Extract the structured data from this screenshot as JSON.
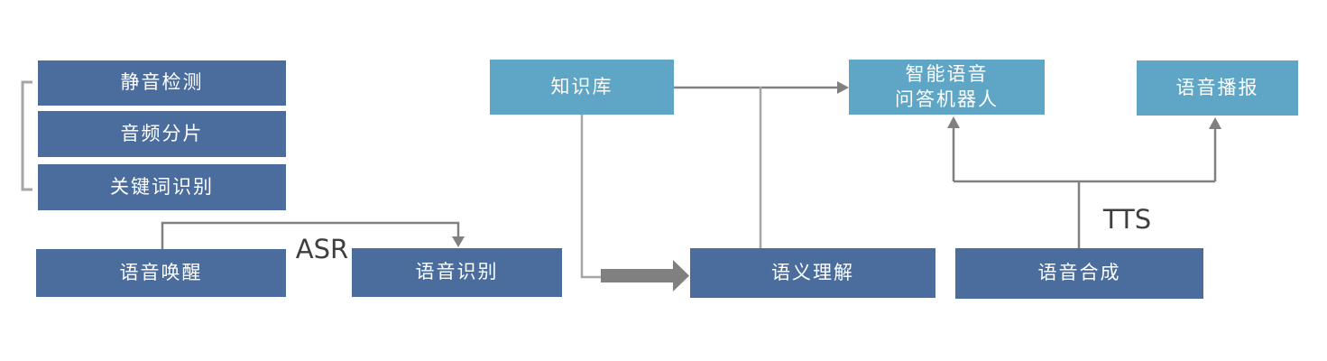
{
  "colors": {
    "background": "#ffffff",
    "box_dark": "#4a6d9e",
    "box_light": "#5fa5c5",
    "connector": "#808080",
    "connector_light": "#a6a6a6",
    "thick_arrow": "#808080",
    "label_text": "#ffffff",
    "annotation_text": "#3f3f3f"
  },
  "nodes": {
    "silence_detection": {
      "label": "静音检测"
    },
    "audio_segmentation": {
      "label": "音频分片"
    },
    "keyword_recognition": {
      "label": "关键词识别"
    },
    "voice_wakeup": {
      "label": "语音唤醒"
    },
    "speech_recognition": {
      "label": "语音识别"
    },
    "knowledge_base": {
      "label": "知识库"
    },
    "semantic_understanding": {
      "label": "语义理解"
    },
    "qa_robot": {
      "label_line1": "智能语音",
      "label_line2": "问答机器人"
    },
    "speech_synthesis": {
      "label": "语音合成"
    },
    "voice_broadcast": {
      "label": "语音播报"
    }
  },
  "annotations": {
    "asr": "ASR",
    "tts": "TTS"
  }
}
